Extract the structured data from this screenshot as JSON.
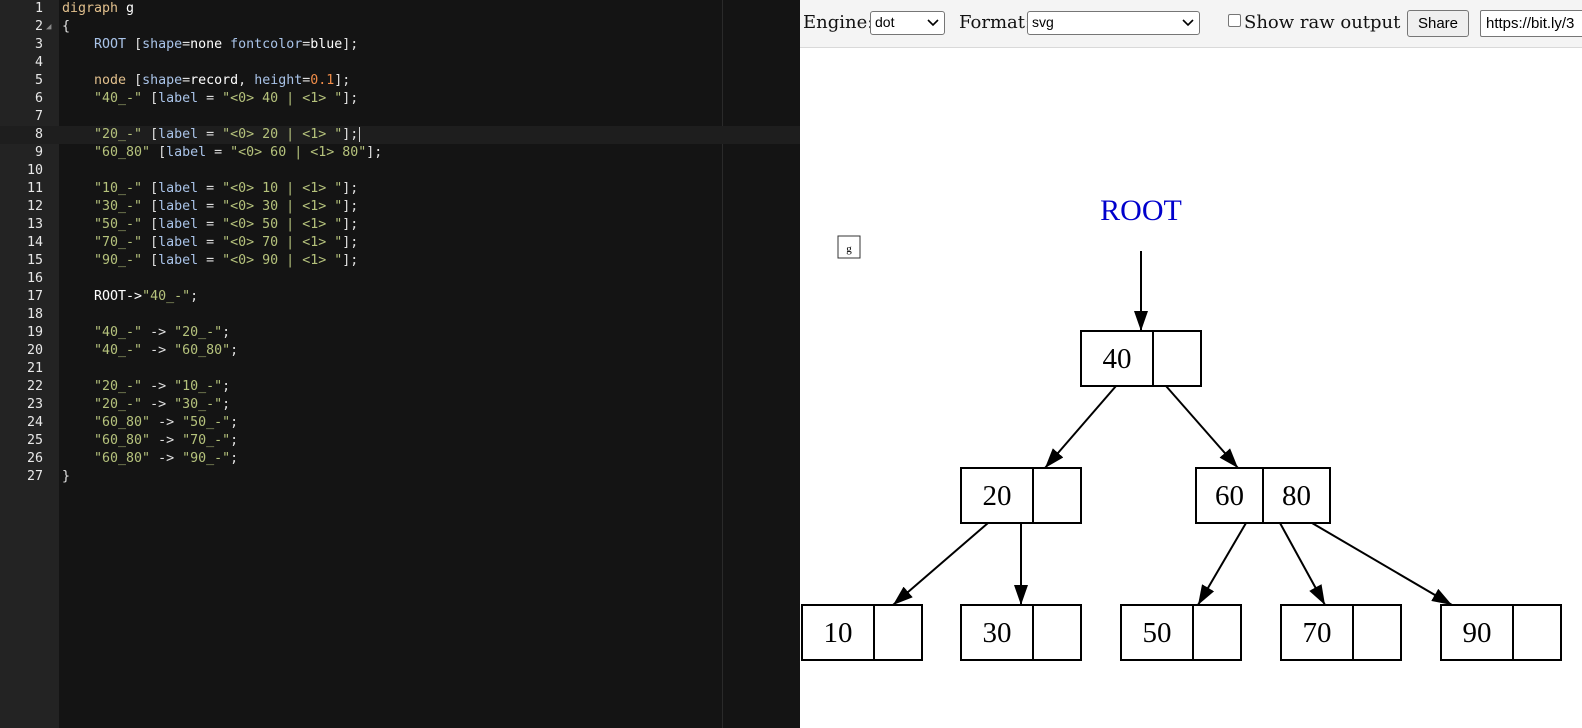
{
  "editor": {
    "line_numbers": [
      "1",
      "2",
      "3",
      "4",
      "5",
      "6",
      "7",
      "8",
      "9",
      "10",
      "11",
      "12",
      "13",
      "14",
      "15",
      "16",
      "17",
      "18",
      "19",
      "20",
      "21",
      "22",
      "23",
      "24",
      "25",
      "26",
      "27"
    ],
    "lines": [
      [
        {
          "t": "digraph",
          "c": "kw"
        },
        {
          "t": " g",
          "c": "val"
        }
      ],
      [
        {
          "t": "{",
          "c": "plain"
        }
      ],
      [
        {
          "t": "    ROOT ",
          "c": "id"
        },
        {
          "t": "[",
          "c": "plain"
        },
        {
          "t": "shape",
          "c": "attr"
        },
        {
          "t": "=",
          "c": "plain"
        },
        {
          "t": "none ",
          "c": "val"
        },
        {
          "t": "fontcolor",
          "c": "attr"
        },
        {
          "t": "=",
          "c": "plain"
        },
        {
          "t": "blue",
          "c": "val"
        },
        {
          "t": "];",
          "c": "plain"
        }
      ],
      [],
      [
        {
          "t": "    node ",
          "c": "kw"
        },
        {
          "t": "[",
          "c": "plain"
        },
        {
          "t": "shape",
          "c": "attr"
        },
        {
          "t": "=",
          "c": "plain"
        },
        {
          "t": "record",
          "c": "val"
        },
        {
          "t": ", ",
          "c": "plain"
        },
        {
          "t": "height",
          "c": "attr"
        },
        {
          "t": "=",
          "c": "plain"
        },
        {
          "t": "0.1",
          "c": "num"
        },
        {
          "t": "];",
          "c": "plain"
        }
      ],
      [
        {
          "t": "    \"40_-\" ",
          "c": "str"
        },
        {
          "t": "[",
          "c": "plain"
        },
        {
          "t": "label",
          "c": "attr"
        },
        {
          "t": " = ",
          "c": "plain"
        },
        {
          "t": "\"<0> 40 | <1> \"",
          "c": "str"
        },
        {
          "t": "];",
          "c": "plain"
        }
      ],
      [],
      [
        {
          "t": "    \"20_-\" ",
          "c": "str"
        },
        {
          "t": "[",
          "c": "plain"
        },
        {
          "t": "label",
          "c": "attr"
        },
        {
          "t": " = ",
          "c": "plain"
        },
        {
          "t": "\"<0> 20 | <1> \"",
          "c": "str"
        },
        {
          "t": "];",
          "c": "plain"
        }
      ],
      [
        {
          "t": "    \"60_80\" ",
          "c": "str"
        },
        {
          "t": "[",
          "c": "plain"
        },
        {
          "t": "label",
          "c": "attr"
        },
        {
          "t": " = ",
          "c": "plain"
        },
        {
          "t": "\"<0> 60 | <1> 80\"",
          "c": "str"
        },
        {
          "t": "];",
          "c": "plain"
        }
      ],
      [],
      [
        {
          "t": "    \"10_-\" ",
          "c": "str"
        },
        {
          "t": "[",
          "c": "plain"
        },
        {
          "t": "label",
          "c": "attr"
        },
        {
          "t": " = ",
          "c": "plain"
        },
        {
          "t": "\"<0> 10 | <1> \"",
          "c": "str"
        },
        {
          "t": "];",
          "c": "plain"
        }
      ],
      [
        {
          "t": "    \"30_-\" ",
          "c": "str"
        },
        {
          "t": "[",
          "c": "plain"
        },
        {
          "t": "label",
          "c": "attr"
        },
        {
          "t": " = ",
          "c": "plain"
        },
        {
          "t": "\"<0> 30 | <1> \"",
          "c": "str"
        },
        {
          "t": "];",
          "c": "plain"
        }
      ],
      [
        {
          "t": "    \"50_-\" ",
          "c": "str"
        },
        {
          "t": "[",
          "c": "plain"
        },
        {
          "t": "label",
          "c": "attr"
        },
        {
          "t": " = ",
          "c": "plain"
        },
        {
          "t": "\"<0> 50 | <1> \"",
          "c": "str"
        },
        {
          "t": "];",
          "c": "plain"
        }
      ],
      [
        {
          "t": "    \"70_-\" ",
          "c": "str"
        },
        {
          "t": "[",
          "c": "plain"
        },
        {
          "t": "label",
          "c": "attr"
        },
        {
          "t": " = ",
          "c": "plain"
        },
        {
          "t": "\"<0> 70 | <1> \"",
          "c": "str"
        },
        {
          "t": "];",
          "c": "plain"
        }
      ],
      [
        {
          "t": "    \"90_-\" ",
          "c": "str"
        },
        {
          "t": "[",
          "c": "plain"
        },
        {
          "t": "label",
          "c": "attr"
        },
        {
          "t": " = ",
          "c": "plain"
        },
        {
          "t": "\"<0> 90 | <1> \"",
          "c": "str"
        },
        {
          "t": "];",
          "c": "plain"
        }
      ],
      [],
      [
        {
          "t": "    ROOT->",
          "c": "val"
        },
        {
          "t": "\"40_-\"",
          "c": "str"
        },
        {
          "t": ";",
          "c": "plain"
        }
      ],
      [],
      [
        {
          "t": "    \"40_-\"",
          "c": "str"
        },
        {
          "t": " -> ",
          "c": "plain"
        },
        {
          "t": "\"20_-\"",
          "c": "str"
        },
        {
          "t": ";",
          "c": "plain"
        }
      ],
      [
        {
          "t": "    \"40_-\"",
          "c": "str"
        },
        {
          "t": " -> ",
          "c": "plain"
        },
        {
          "t": "\"60_80\"",
          "c": "str"
        },
        {
          "t": ";",
          "c": "plain"
        }
      ],
      [],
      [
        {
          "t": "    \"20_-\"",
          "c": "str"
        },
        {
          "t": " -> ",
          "c": "plain"
        },
        {
          "t": "\"10_-\"",
          "c": "str"
        },
        {
          "t": ";",
          "c": "plain"
        }
      ],
      [
        {
          "t": "    \"20_-\"",
          "c": "str"
        },
        {
          "t": " -> ",
          "c": "plain"
        },
        {
          "t": "\"30_-\"",
          "c": "str"
        },
        {
          "t": ";",
          "c": "plain"
        }
      ],
      [
        {
          "t": "    \"60_80\"",
          "c": "str"
        },
        {
          "t": " -> ",
          "c": "plain"
        },
        {
          "t": "\"50_-\"",
          "c": "str"
        },
        {
          "t": ";",
          "c": "plain"
        }
      ],
      [
        {
          "t": "    \"60_80\"",
          "c": "str"
        },
        {
          "t": " -> ",
          "c": "plain"
        },
        {
          "t": "\"70_-\"",
          "c": "str"
        },
        {
          "t": ";",
          "c": "plain"
        }
      ],
      [
        {
          "t": "    \"60_80\"",
          "c": "str"
        },
        {
          "t": " -> ",
          "c": "plain"
        },
        {
          "t": "\"90_-\"",
          "c": "str"
        },
        {
          "t": ";",
          "c": "plain"
        }
      ],
      [
        {
          "t": "}",
          "c": "plain"
        }
      ]
    ],
    "active_line": "8",
    "folded_line": "2",
    "syntax_colors": {
      "kw": "#e2c08d",
      "id": "#a9c3e8",
      "attr": "#a9c3e8",
      "str": "#b5c27c",
      "num": "#f08d49"
    }
  },
  "toolbar": {
    "engine_label": "Engine:",
    "engine_value": "dot",
    "format_label": "Format:",
    "format_value": "svg",
    "raw_output_label": "Show raw output",
    "raw_output_checked": false,
    "share_label": "Share",
    "share_url": "https://bit.ly/3"
  },
  "graph": {
    "title": "g",
    "root_label": "ROOT",
    "root_color": "#0000cc",
    "nodes": [
      {
        "id": "40_-",
        "cells": [
          "40",
          ""
        ]
      },
      {
        "id": "20_-",
        "cells": [
          "20",
          ""
        ]
      },
      {
        "id": "60_80",
        "cells": [
          "60",
          "80"
        ]
      },
      {
        "id": "10_-",
        "cells": [
          "10",
          ""
        ]
      },
      {
        "id": "30_-",
        "cells": [
          "30",
          ""
        ]
      },
      {
        "id": "50_-",
        "cells": [
          "50",
          ""
        ]
      },
      {
        "id": "70_-",
        "cells": [
          "70",
          ""
        ]
      },
      {
        "id": "90_-",
        "cells": [
          "90",
          ""
        ]
      }
    ],
    "edges": [
      [
        "ROOT",
        "40_-"
      ],
      [
        "40_-",
        "20_-"
      ],
      [
        "40_-",
        "60_80"
      ],
      [
        "20_-",
        "10_-"
      ],
      [
        "20_-",
        "30_-"
      ],
      [
        "60_80",
        "50_-"
      ],
      [
        "60_80",
        "70_-"
      ],
      [
        "60_80",
        "90_-"
      ]
    ]
  }
}
